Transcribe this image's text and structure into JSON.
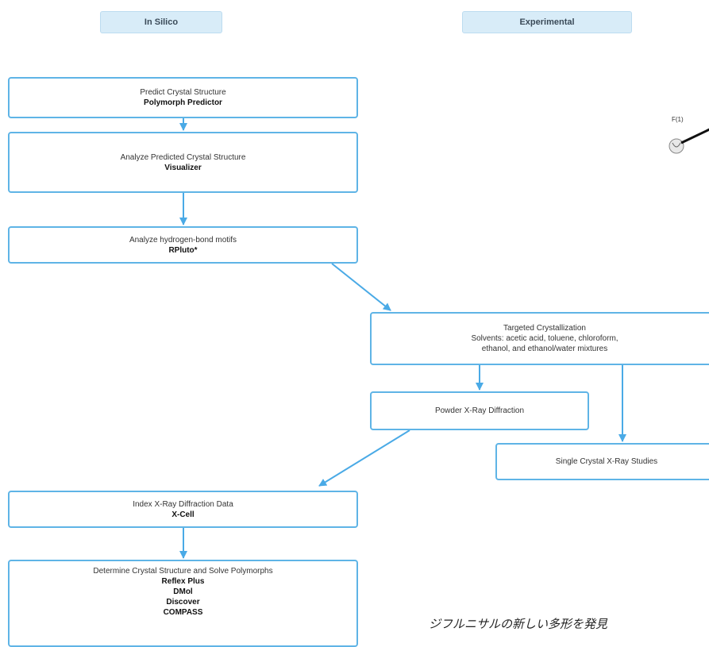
{
  "headers": {
    "in_silico": "In Silico",
    "experimental": "Experimental"
  },
  "boxes": {
    "predict": {
      "line1": "Predict Crystal Structure",
      "tool": "Polymorph Predictor"
    },
    "analyze_predicted": {
      "line1": "Analyze Predicted Crystal Structure",
      "tool": "Visualizer"
    },
    "hbond": {
      "line1": "Analyze hydrogen-bond motifs",
      "tool": "RPluto*"
    },
    "crystallization": {
      "line1": "Targeted Crystallization",
      "line2": "Solvents: acetic acid, toluene, chloroform,",
      "line3": "ethanol, and ethanol/water mixtures"
    },
    "powder": {
      "line1": "Powder X-Ray Diffraction"
    },
    "single_crystal": {
      "line1": "Single Crystal X-Ray Studies"
    },
    "index": {
      "line1": "Index X-Ray Diffraction Data",
      "tool": "X-Cell"
    },
    "determine": {
      "line1": "Determine Crystal Structure and Solve Polymorphs",
      "tools": [
        "Reflex Plus",
        "DMol",
        "Discover",
        "COMPASS"
      ]
    }
  },
  "molecule_label": "F(1)",
  "caption": "ジフルニサルの新しい多形を発見",
  "colors": {
    "box_border": "#5fb4e6",
    "arrow": "#4aaae6",
    "header_bg": "#d8ecf8"
  }
}
